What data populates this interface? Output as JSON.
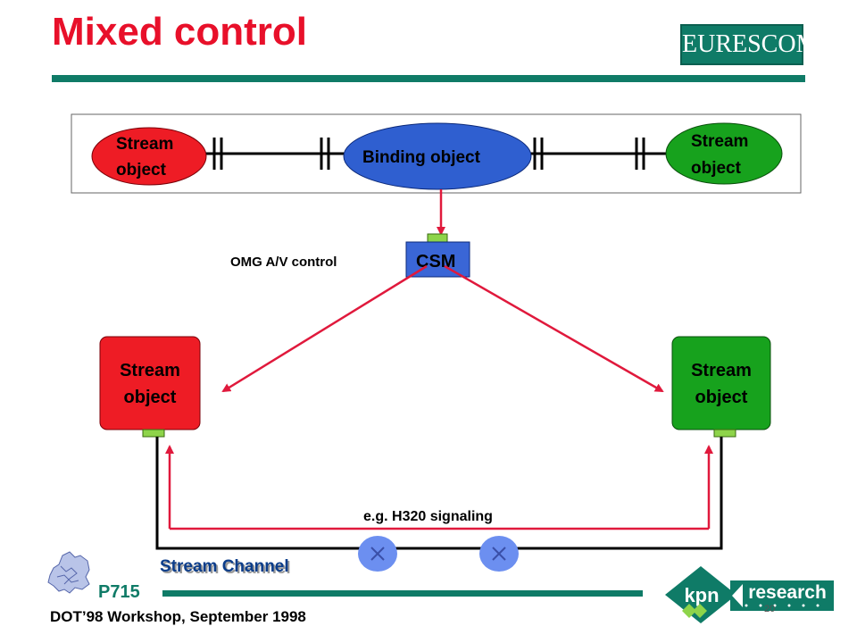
{
  "slide": {
    "title": "Mixed control",
    "footer": "DOT’98 Workshop, September 1998",
    "project": "P715",
    "page_number": "20",
    "logos": {
      "eurescom": "EURESCOM",
      "kpn_left": "kpn",
      "kpn_right": "research"
    }
  },
  "diagram": {
    "top_box": {
      "left_stream": {
        "line1": "Stream",
        "line2": "object"
      },
      "binding": "Binding object",
      "right_stream": {
        "line1": "Stream",
        "line2": "object"
      }
    },
    "csm": "CSM",
    "omg_label": "OMG A/V control",
    "left_stream": {
      "line1": "Stream",
      "line2": "object"
    },
    "right_stream": {
      "line1": "Stream",
      "line2": "object"
    },
    "signaling_label": "e.g. H320 signaling",
    "channel_label": "Stream Channel"
  },
  "colors": {
    "title_red": "#e8102a",
    "brand_green": "#0f7b67",
    "stream_red": "#ee1c25",
    "stream_green": "#17a21d",
    "binding_blue": "#2f5fd0",
    "csm_blue": "#3a66d6",
    "port_green": "#8ed44a",
    "arrow_red": "#e0193c",
    "switch_blue": "#6c8ff0"
  },
  "icons": [
    "europe-map-icon",
    "kpn-diamond-icon",
    "cross-icon",
    "arrowhead-icon"
  ]
}
